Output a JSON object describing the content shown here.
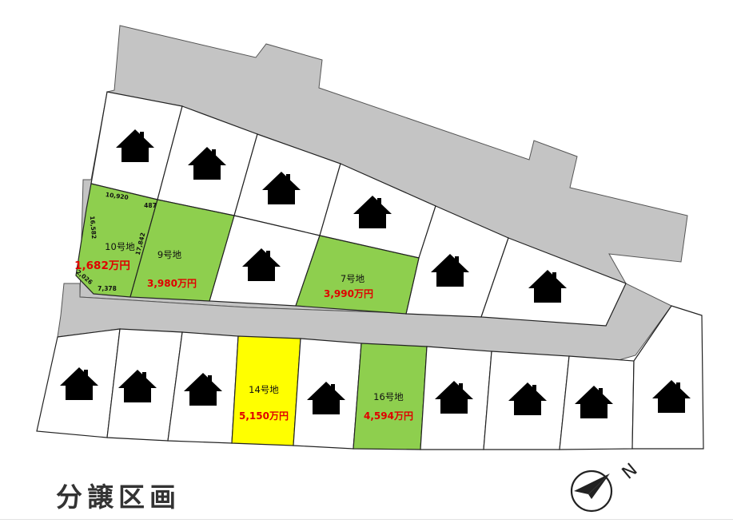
{
  "title": "分譲区画",
  "compass_label": "N",
  "colors": {
    "available": "#8ecf4e",
    "highlight": "#ffff00",
    "price": "#e00000",
    "road": "#c4c4c4"
  },
  "lots": {
    "lot10": {
      "name": "10号地",
      "price": "1,682万円",
      "dims": [
        "10,920",
        "487",
        "16,582",
        "17,842",
        "2,026",
        "7,378"
      ]
    },
    "lot9": {
      "name": "9号地",
      "price": "3,980万円"
    },
    "lot7": {
      "name": "7号地",
      "price": "3,990万円"
    },
    "lot14": {
      "name": "14号地",
      "price": "5,150万円"
    },
    "lot16": {
      "name": "16号地",
      "price": "4,594万円"
    }
  },
  "house_icon": "house-icon"
}
